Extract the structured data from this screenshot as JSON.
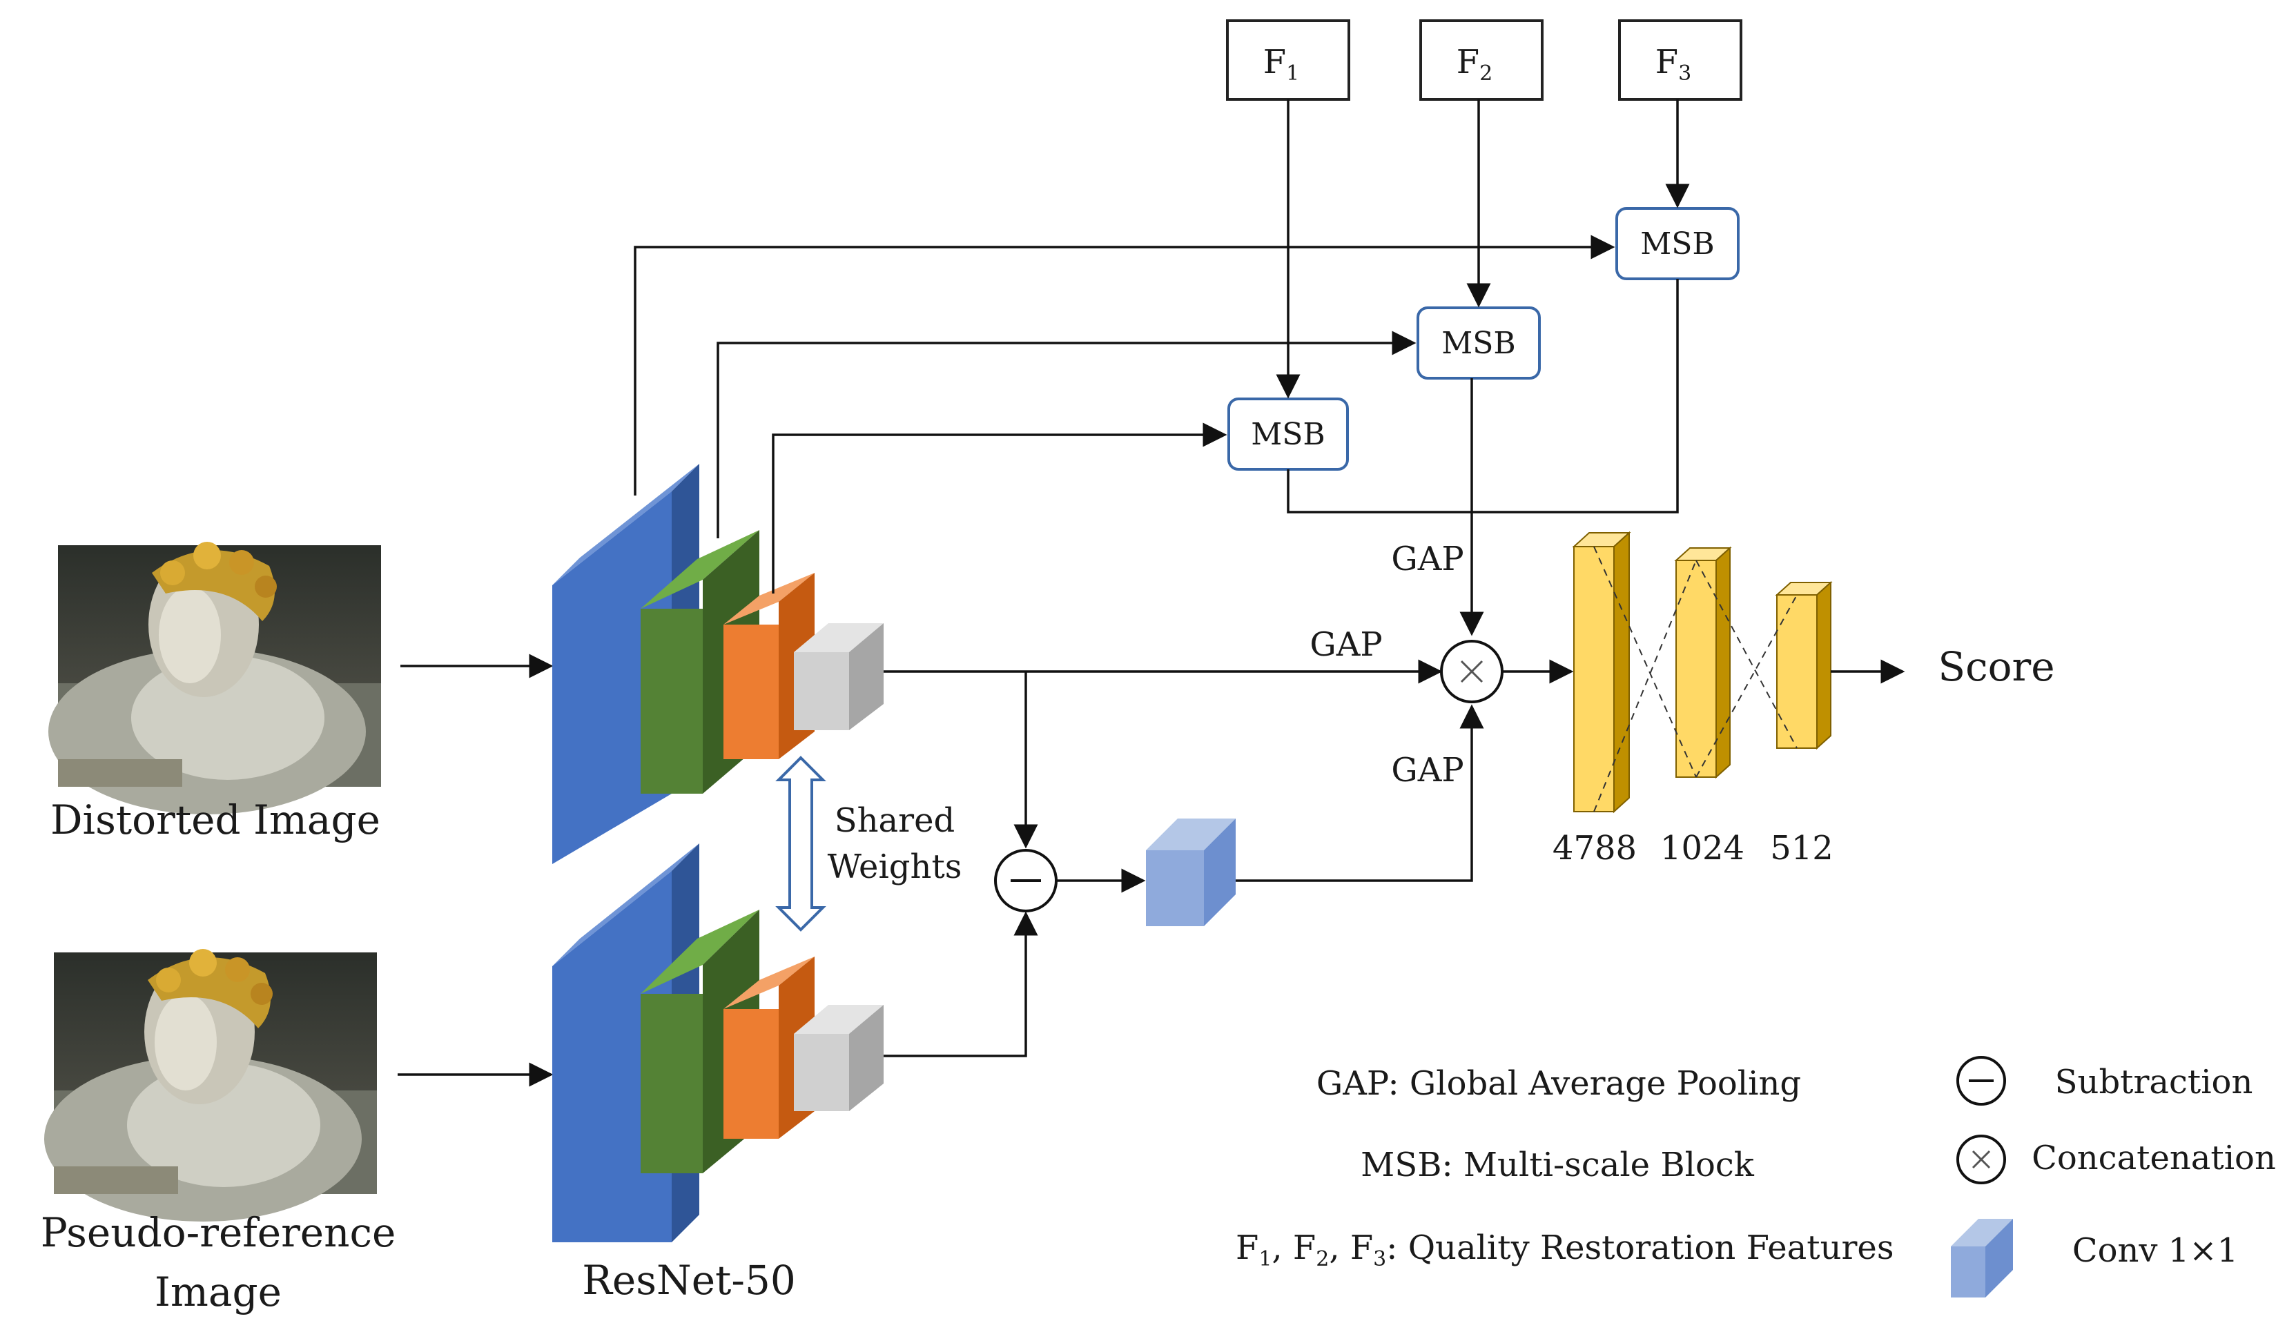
{
  "inputs": {
    "distorted_label": "Distorted Image",
    "pseudo_label_line1": "Pseudo-reference",
    "pseudo_label_line2": "Image"
  },
  "backbone": {
    "label": "ResNet-50",
    "shared_line1": "Shared",
    "shared_line2": "Weights"
  },
  "features": {
    "f1": "F",
    "f1_sub": "1",
    "f2": "F",
    "f2_sub": "2",
    "f3": "F",
    "f3_sub": "3"
  },
  "msb": {
    "label1": "MSB",
    "label2": "MSB",
    "label3": "MSB"
  },
  "gap": {
    "top": "GAP",
    "middle": "GAP",
    "bottom": "GAP"
  },
  "fc": {
    "size1": "4788",
    "size2": "1024",
    "size3": "512"
  },
  "output": {
    "score": "Score"
  },
  "legend": {
    "gap_def": "GAP: Global Average Pooling",
    "msb_def": "MSB: Multi-scale Block",
    "f_def_prefix": "F",
    "f_def_rest": "Quality Restoration Features",
    "subtraction": "Subtraction",
    "concatenation": "Concatenation",
    "conv": "Conv 1×1"
  },
  "colors": {
    "blue_block": "#4472c4",
    "green_block": "#548235",
    "orange_block": "#ed7d31",
    "gray_block": "#d0d0d0",
    "light_blue": "#8faadc",
    "yellow_fc": "#ffd966",
    "msb_border": "#3a68a8"
  }
}
